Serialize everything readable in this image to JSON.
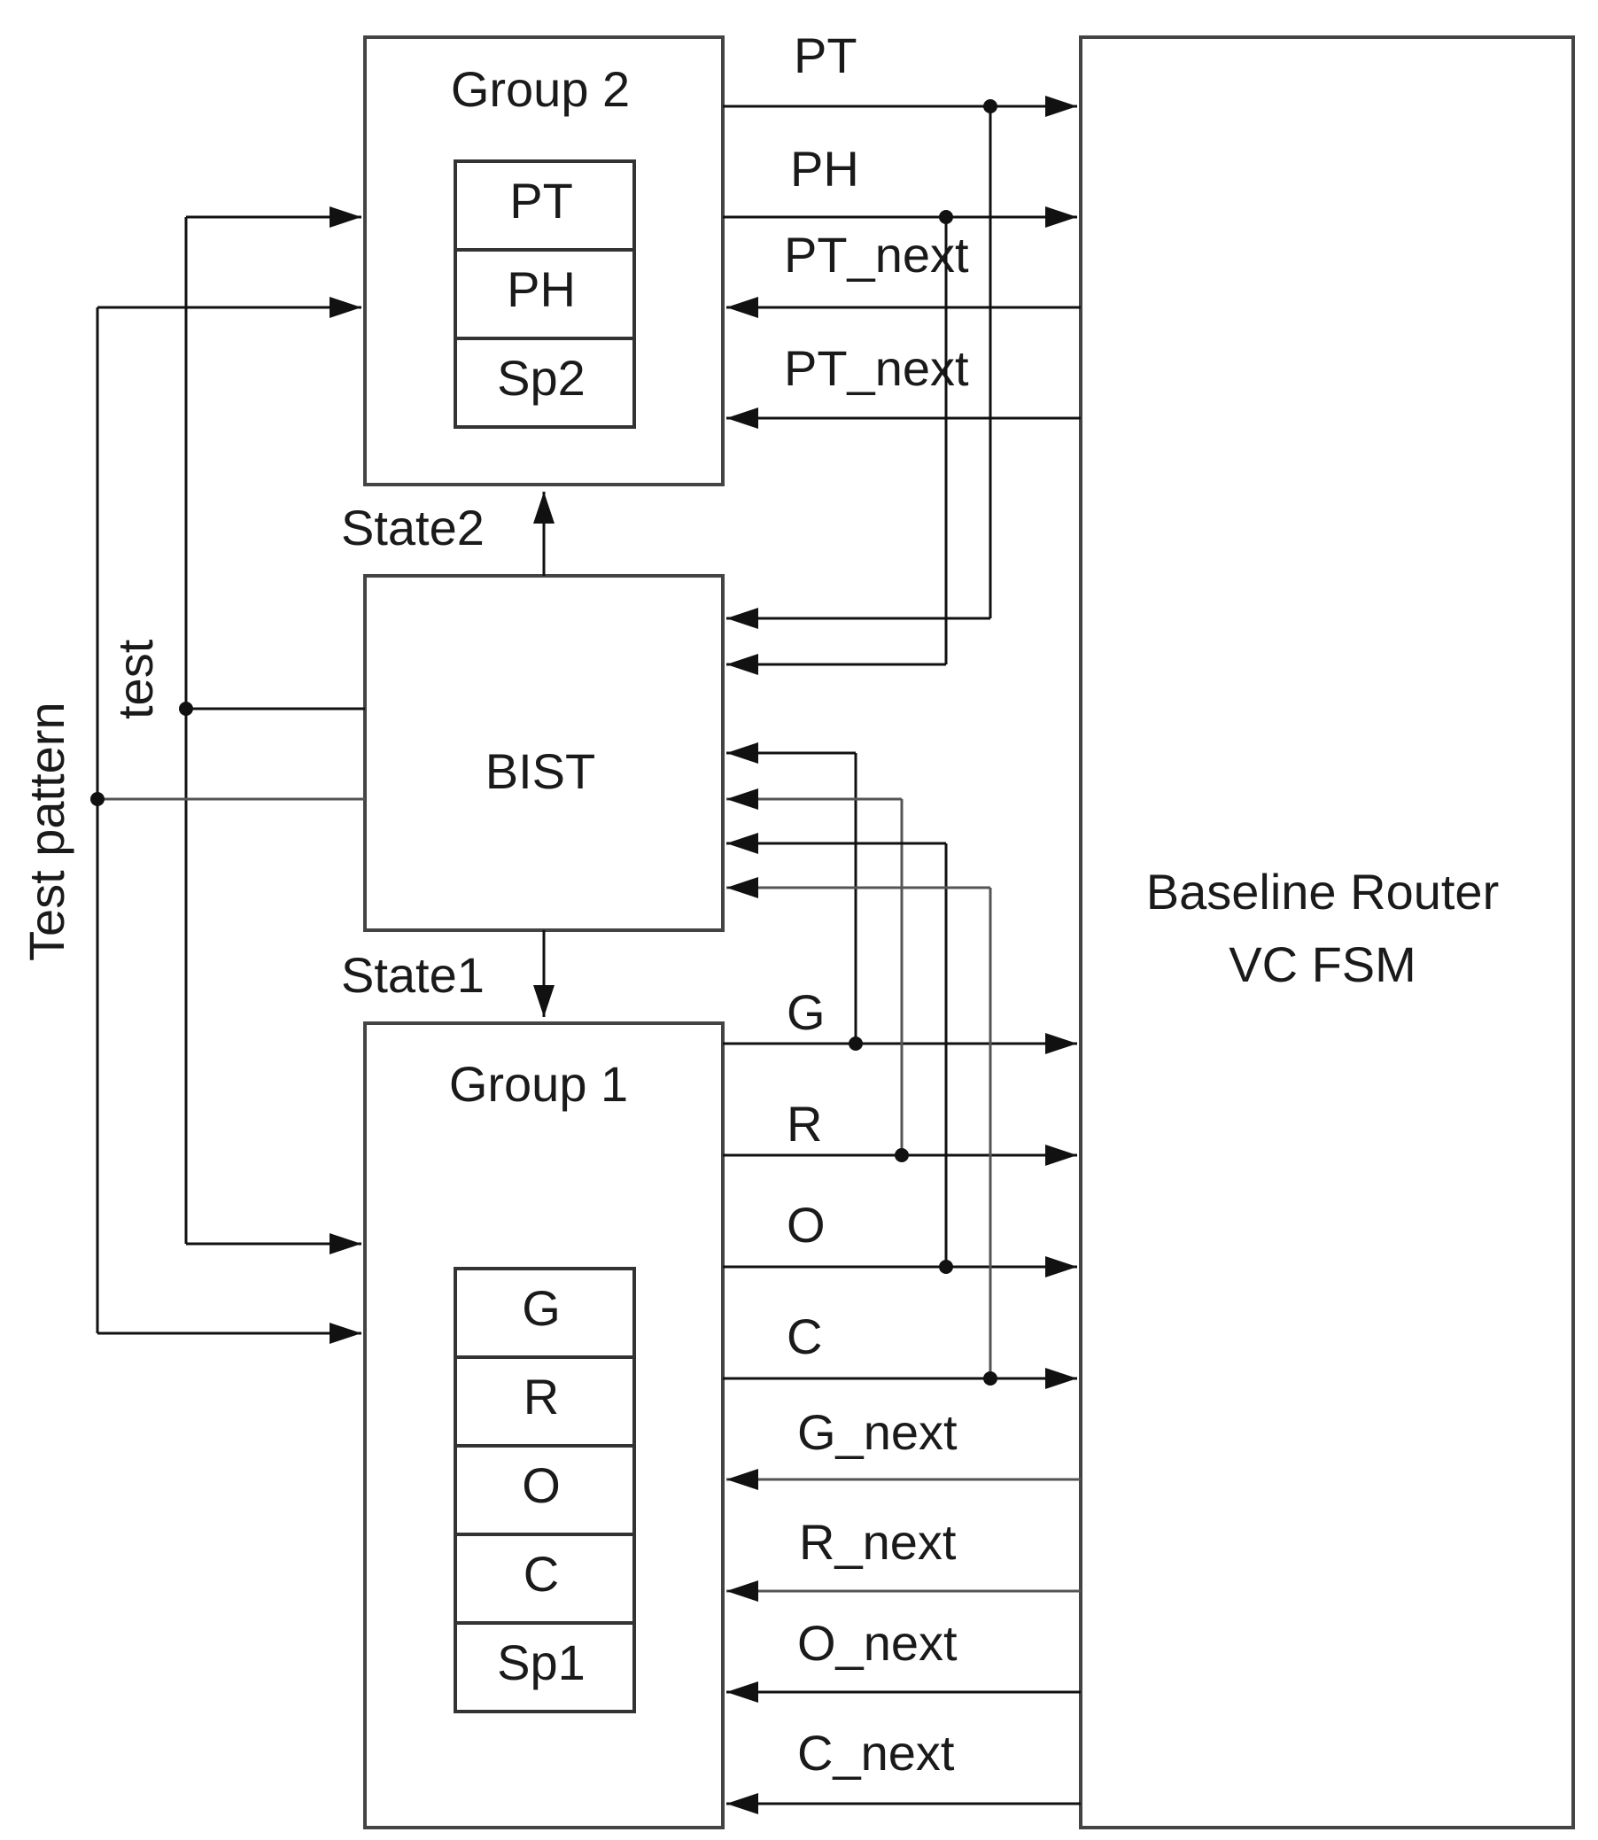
{
  "blocks": {
    "group2": {
      "title": "Group 2",
      "cells": [
        "PT",
        "PH",
        "Sp2"
      ]
    },
    "group1": {
      "title": "Group 1",
      "cells": [
        "G",
        "R",
        "O",
        "C",
        "Sp1"
      ]
    },
    "bist": {
      "title": "BIST"
    },
    "router": {
      "line1": "Baseline Router",
      "line2": "VC FSM"
    }
  },
  "signals": {
    "state2": "State2",
    "state1": "State1",
    "test": "test",
    "test_pattern": "Test pattern",
    "group2_out": [
      "PT",
      "PH"
    ],
    "group2_in": [
      "PT_next",
      "PT_next"
    ],
    "group1_out": [
      "G",
      "R",
      "O",
      "C"
    ],
    "group1_in": [
      "G_next",
      "R_next",
      "O_next",
      "C_next"
    ]
  }
}
